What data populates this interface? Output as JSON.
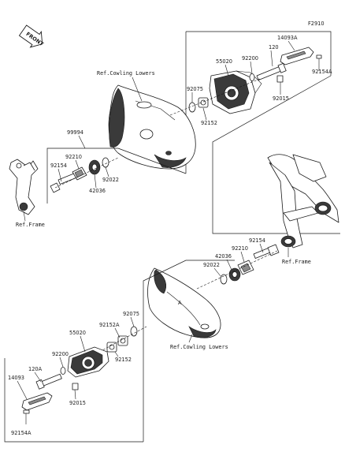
{
  "diagram_id": "F2910",
  "front_marker": "FRONT",
  "upper_group": {
    "ref_cowling": "Ref.Cowling Lowers",
    "labels": {
      "p14093A": "14093A",
      "p120": "120",
      "p55020": "55020",
      "p92200": "92200",
      "p92154A": "92154A",
      "p92075": "92075",
      "p92015": "92015",
      "p92152": "92152"
    }
  },
  "left_mount": {
    "labels": {
      "p99994": "99994",
      "p92210": "92210",
      "p92154": "92154",
      "p42036": "42036",
      "p92022": "92022"
    },
    "ref_frame": "Ref.Frame"
  },
  "right_mount": {
    "labels": {
      "p92154": "92154",
      "p92210": "92210",
      "p42036": "42036",
      "p92022": "92022"
    },
    "ref_frame": "Ref.Frame"
  },
  "lower_group": {
    "ref_cowling": "Ref.Cowling Lowers",
    "labels": {
      "p92075": "92075",
      "p55020": "55020",
      "p92152A": "92152A",
      "p92200": "92200",
      "p92152": "92152",
      "p120A": "120A",
      "p14093": "14093",
      "p92015": "92015",
      "p92154A": "92154A"
    }
  }
}
